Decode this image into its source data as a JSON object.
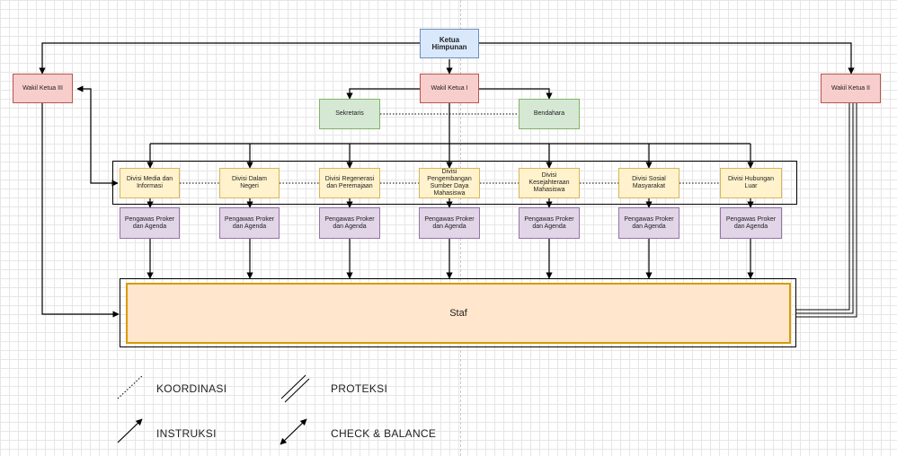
{
  "chairman": "Ketua Himpunan",
  "vice_chairs": {
    "vice1": "Wakil Ketua I",
    "vice2": "Wakil Ketua II",
    "vice3": "Wakil Ketua III"
  },
  "secretary": "Sekretaris",
  "treasurer": "Bendahara",
  "divisions": [
    {
      "name": "Divisi Media dan Informasi",
      "supervisor": "Pengawas Proker dan Agenda"
    },
    {
      "name": "Divisi Dalam Negeri",
      "supervisor": "Pengawas Proker dan Agenda"
    },
    {
      "name": "Divisi Regenerasi dan Peremajaan",
      "supervisor": "Pengawas Proker dan Agenda"
    },
    {
      "name": "Divisi Pengembangan Sumber Daya Mahasiswa",
      "supervisor": "Pengawas Proker dan Agenda"
    },
    {
      "name": "Divisi Kesejahteraan Mahasiswa",
      "supervisor": "Pengawas Proker dan Agenda"
    },
    {
      "name": "Divisi Sosial Masyarakat",
      "supervisor": "Pengawas Proker dan Agenda"
    },
    {
      "name": "Divisi Hubungan Luar",
      "supervisor": "Pengawas Proker dan Agenda"
    }
  ],
  "staff": "Staf",
  "legend": {
    "coordination": "KOORDINASI",
    "protection": "PROTEKSI",
    "instruction": "INSTRUKSI",
    "check_balance": "CHECK & BALANCE"
  },
  "colors": {
    "chairman_fill": "#dae8fc",
    "vice_fill": "#f8cecc",
    "secretariat_fill": "#d5e8d4",
    "division_fill": "#fff2cc",
    "supervisor_fill": "#e1d5e7",
    "staff_fill": "#ffe6cc"
  }
}
